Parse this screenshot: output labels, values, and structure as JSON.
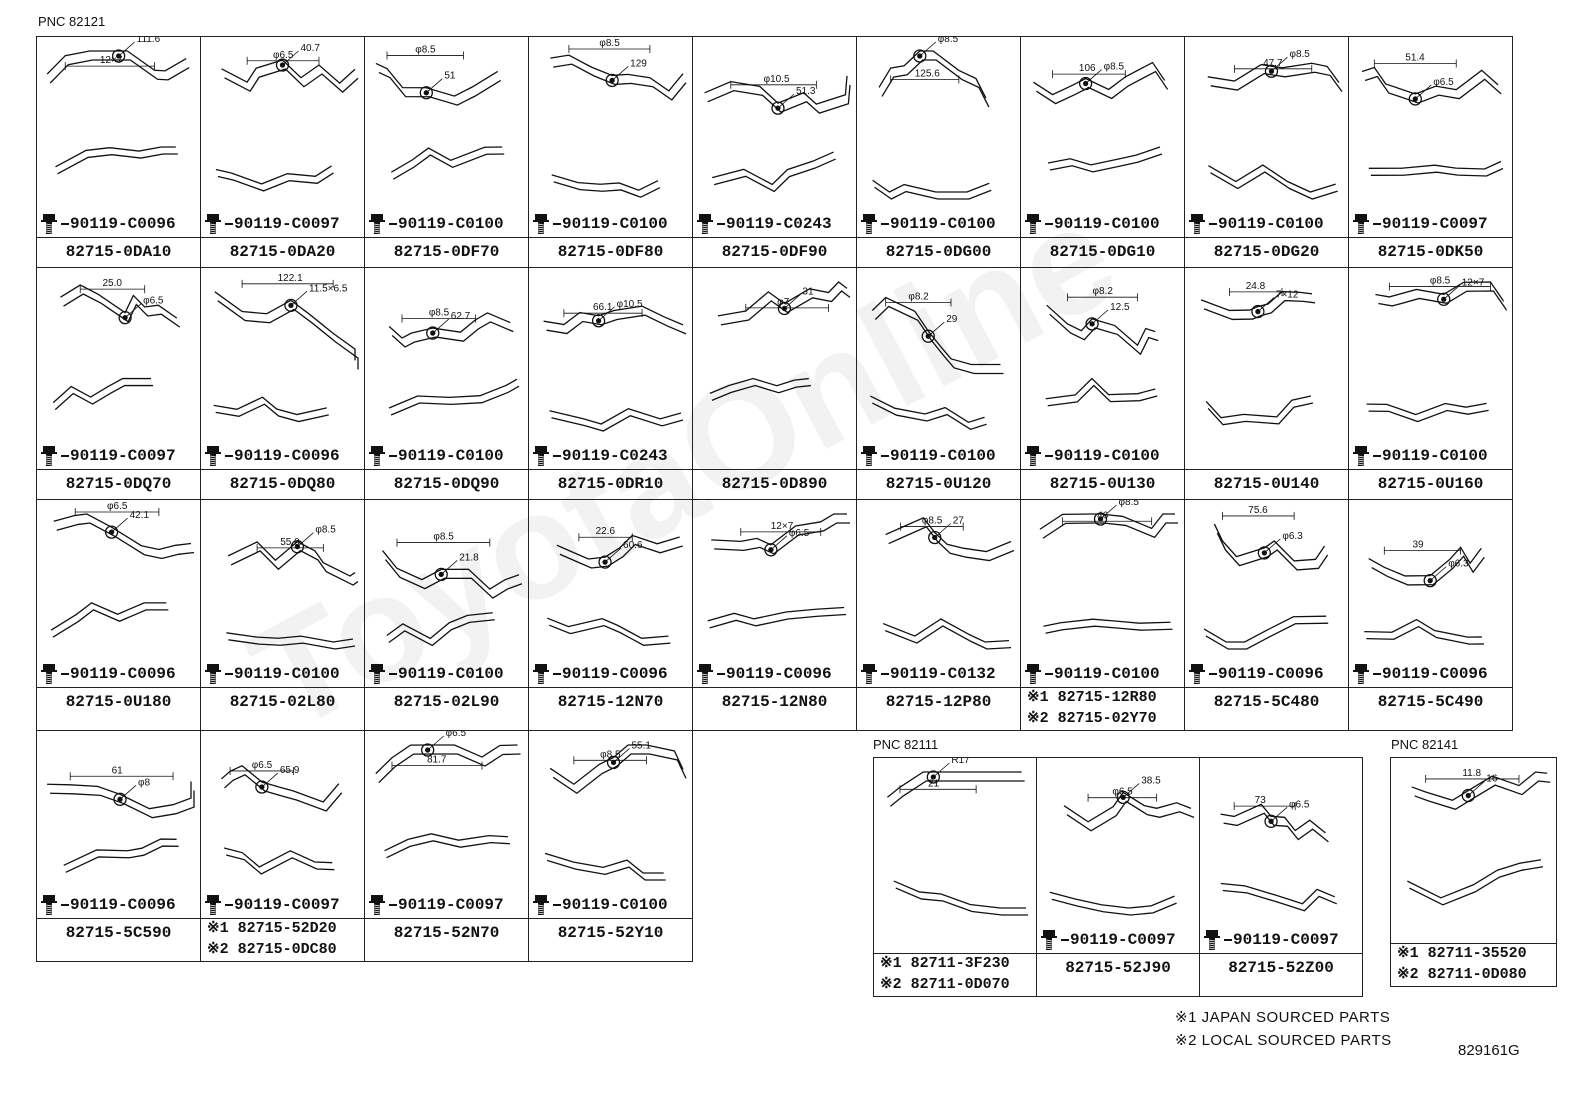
{
  "main": {
    "pnc_label": "PNC 82121",
    "rows": [
      [
        {
          "part": "82715-0DA10",
          "bolt": "90119-C0096",
          "dims": [
            "12×7",
            "111.6"
          ]
        },
        {
          "part": "82715-0DA20",
          "bolt": "90119-C0097",
          "dims": [
            "φ6.5",
            "40.7"
          ]
        },
        {
          "part": "82715-0DF70",
          "bolt": "90119-C0100",
          "dims": [
            "φ8.5",
            "51"
          ]
        },
        {
          "part": "82715-0DF80",
          "bolt": "90119-C0100",
          "dims": [
            "φ8.5",
            "129"
          ]
        },
        {
          "part": "82715-0DF90",
          "bolt": "90119-C0243",
          "dims": [
            "φ10.5",
            "51.3"
          ]
        },
        {
          "part": "82715-0DG00",
          "bolt": "90119-C0100",
          "dims": [
            "125.6",
            "φ8.5"
          ]
        },
        {
          "part": "82715-0DG10",
          "bolt": "90119-C0100",
          "dims": [
            "106",
            "φ8.5"
          ]
        },
        {
          "part": "82715-0DG20",
          "bolt": "90119-C0100",
          "dims": [
            "47.7",
            "φ8.5"
          ]
        },
        {
          "part": "82715-0DK50",
          "bolt": "90119-C0097",
          "dims": [
            "51.4",
            "φ6.5"
          ]
        }
      ],
      [
        {
          "part": "82715-0DQ70",
          "bolt": "90119-C0097",
          "dims": [
            "25.0",
            "φ6.5"
          ]
        },
        {
          "part": "82715-0DQ80",
          "bolt": "90119-C0096",
          "dims": [
            "122.1",
            "11.5×6.5"
          ]
        },
        {
          "part": "82715-0DQ90",
          "bolt": "90119-C0100",
          "dims": [
            "φ8.5",
            "62.7"
          ]
        },
        {
          "part": "82715-0DR10",
          "bolt": "90119-C0243",
          "dims": [
            "66.1",
            "φ10.5"
          ]
        },
        {
          "part": "82715-0D890",
          "bolt": "",
          "dims": [
            "φ7",
            "31"
          ]
        },
        {
          "part": "82715-0U120",
          "bolt": "90119-C0100",
          "dims": [
            "φ8.2",
            "29"
          ]
        },
        {
          "part": "82715-0U130",
          "bolt": "90119-C0100",
          "dims": [
            "φ8.2",
            "12.5"
          ]
        },
        {
          "part": "82715-0U140",
          "bolt": "",
          "dims": [
            "24.8",
            "7×12"
          ]
        },
        {
          "part": "82715-0U160",
          "bolt": "90119-C0100",
          "dims": [
            "φ8.5",
            "12×7"
          ]
        }
      ],
      [
        {
          "part": "82715-0U180",
          "bolt": "90119-C0096",
          "dims": [
            "φ6.5",
            "42.1"
          ]
        },
        {
          "part": "82715-02L80",
          "bolt": "90119-C0100",
          "dims": [
            "55.0",
            "φ8.5"
          ]
        },
        {
          "part": "82715-02L90",
          "bolt": "90119-C0100",
          "dims": [
            "φ8.5",
            "21.8"
          ]
        },
        {
          "part": "82715-12N70",
          "bolt": "90119-C0096",
          "dims": [
            "22.6",
            "60.6"
          ]
        },
        {
          "part": "82715-12N80",
          "bolt": "90119-C0096",
          "dims": [
            "12×7",
            "φ6.5"
          ]
        },
        {
          "part": "82715-12P80",
          "bolt": "90119-C0132",
          "dims": [
            "φ8.5",
            "27"
          ]
        },
        {
          "part": "",
          "bolt": "90119-C0100",
          "dims": [
            "46",
            "φ8.5"
          ],
          "parts2": [
            "※1 82715-12R80",
            "※2 82715-02Y70"
          ]
        },
        {
          "part": "82715-5C480",
          "bolt": "90119-C0096",
          "dims": [
            "75.6",
            "φ6.3"
          ]
        },
        {
          "part": "82715-5C490",
          "bolt": "90119-C0096",
          "dims": [
            "39",
            "φ6.3"
          ]
        }
      ],
      [
        {
          "part": "82715-5C590",
          "bolt": "90119-C0096",
          "dims": [
            "61",
            "φ8"
          ]
        },
        {
          "part": "",
          "bolt": "90119-C0097",
          "dims": [
            "φ6.5",
            "65.9"
          ],
          "parts2": [
            "※1 82715-52D20",
            "※2 82715-0DC80"
          ]
        },
        {
          "part": "82715-52N70",
          "bolt": "90119-C0097",
          "dims": [
            "81.7",
            "φ6.5"
          ]
        },
        {
          "part": "82715-52Y10",
          "bolt": "90119-C0100",
          "dims": [
            "φ8.5",
            "55.1"
          ]
        }
      ]
    ]
  },
  "pnc82111": {
    "label": "PNC 82111",
    "cells": [
      {
        "part": "",
        "bolt": "",
        "dims": [
          "21",
          "R17"
        ],
        "parts2": [
          "※1 82711-3F230",
          "※2 82711-0D070"
        ]
      },
      {
        "part": "82715-52J90",
        "bolt": "90119-C0097",
        "dims": [
          "φ6.5",
          "38.5"
        ]
      },
      {
        "part": "82715-52Z00",
        "bolt": "90119-C0097",
        "dims": [
          "73",
          "φ6.5"
        ]
      }
    ]
  },
  "pnc82141": {
    "label": "PNC 82141",
    "cell": {
      "part": "",
      "bolt": "",
      "dims": [
        "11.8",
        "16"
      ],
      "parts2": [
        "※1 82711-35520",
        "※2 82711-0D080"
      ]
    }
  },
  "legend": {
    "line1": "※1 JAPAN SOURCED PARTS",
    "line2": "※2 LOCAL SOURCED PARTS"
  },
  "illustration_code": "829161G"
}
